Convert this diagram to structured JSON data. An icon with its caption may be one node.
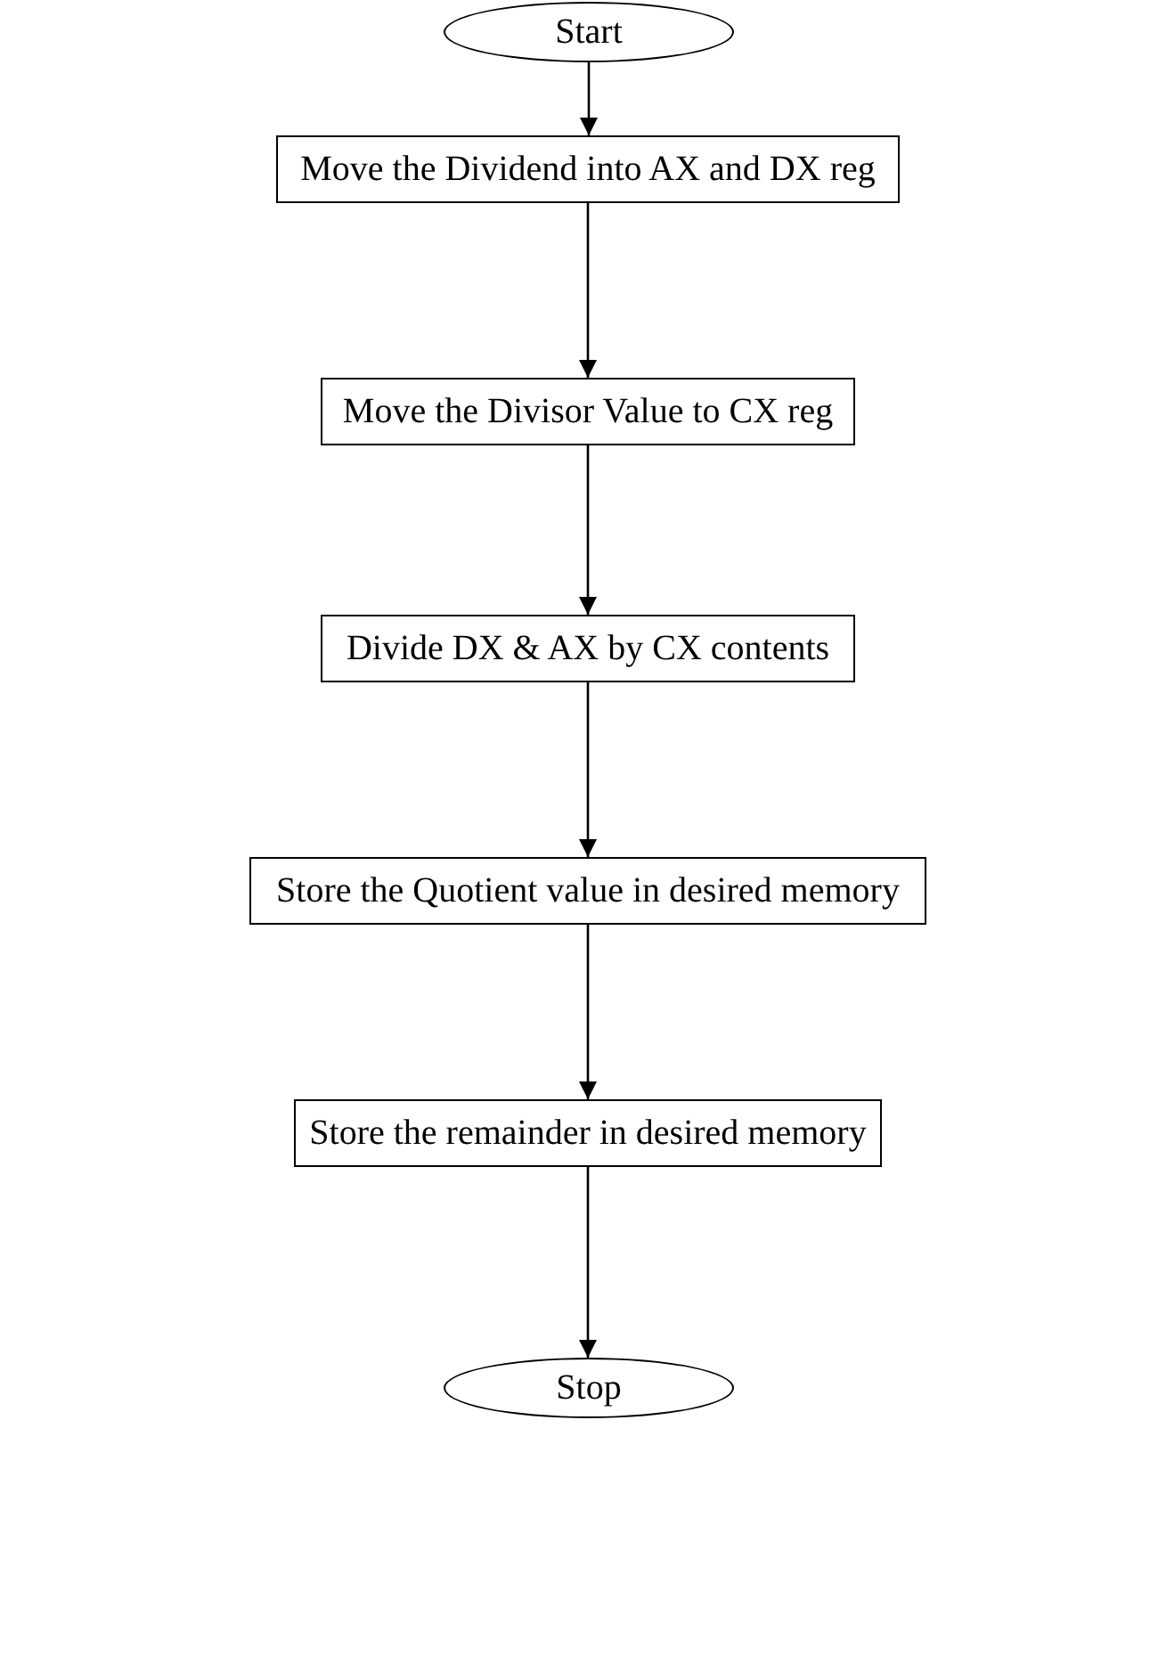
{
  "diagram": {
    "nodes": [
      {
        "text": [
          "Start"
        ]
      },
      {
        "text": [
          "Move the Dividend into AX and DX reg"
        ]
      },
      {
        "text": [
          "Move the Divisor Value to CX reg"
        ]
      },
      {
        "text": [
          "Divide DX & AX by CX contents"
        ]
      },
      {
        "text": [
          "Store the Quotient value in desired memory"
        ]
      },
      {
        "text": [
          "Store the remainder in desired memory"
        ]
      },
      {
        "text": [
          "Stop"
        ]
      }
    ],
    "edges": [
      {
        "from": 0,
        "to": 1,
        "arrow": "to"
      },
      {
        "from": 1,
        "to": 2,
        "arrow": "to"
      },
      {
        "from": 2,
        "to": 3,
        "arrow": "to"
      },
      {
        "from": 3,
        "to": 4,
        "arrow": "to"
      },
      {
        "from": 4,
        "to": 5,
        "arrow": "to"
      },
      {
        "from": 5,
        "to": 6,
        "arrow": "to"
      }
    ]
  }
}
